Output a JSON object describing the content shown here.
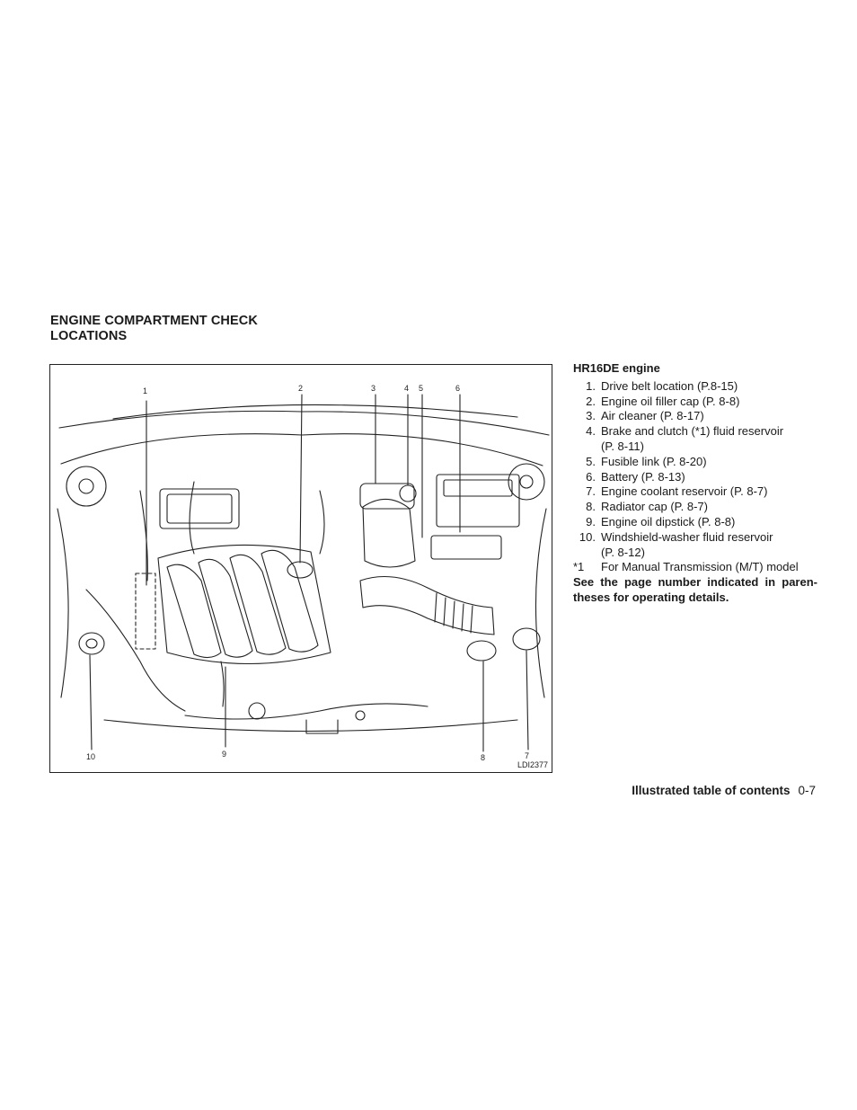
{
  "section_title": {
    "line1": "ENGINE COMPARTMENT CHECK",
    "line2": "LOCATIONS"
  },
  "figure": {
    "code": "LDI2377",
    "callouts": [
      "1",
      "2",
      "3",
      "4",
      "5",
      "6",
      "7",
      "8",
      "9",
      "10"
    ]
  },
  "engine": {
    "heading": "HR16DE engine",
    "items": [
      {
        "num": "1.",
        "text": "Drive belt location (P.8-15)"
      },
      {
        "num": "2.",
        "text": "Engine oil filler cap (P. 8-8)"
      },
      {
        "num": "3.",
        "text": "Air cleaner (P. 8-17)"
      },
      {
        "num": "4.",
        "text": "Brake and clutch (*1) fluid reservoir",
        "cont": "(P. 8-11)"
      },
      {
        "num": "5.",
        "text": "Fusible link (P. 8-20)"
      },
      {
        "num": "6.",
        "text": "Battery (P. 8-13)"
      },
      {
        "num": "7.",
        "text": "Engine coolant reservoir (P. 8-7)"
      },
      {
        "num": "8.",
        "text": "Radiator cap (P. 8-7)"
      },
      {
        "num": "9.",
        "text": "Engine oil dipstick (P. 8-8)"
      },
      {
        "num": "10.",
        "text": "Windshield-washer fluid reservoir",
        "cont": "(P. 8-12)"
      }
    ],
    "footnote": {
      "mark": "*1",
      "text": "For Manual Transmission (M/T) model"
    },
    "note": "See the page number indicated in paren-theses for operating details."
  },
  "footer": {
    "label": "Illustrated table of contents",
    "page": "0-7"
  }
}
